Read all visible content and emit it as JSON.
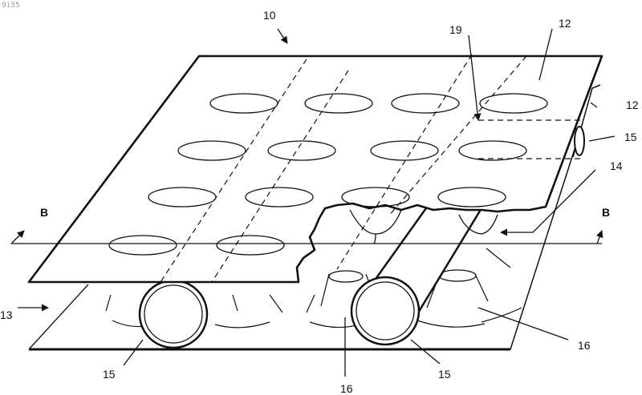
{
  "corner_id": "9155",
  "labels": {
    "l10": "10",
    "l12a": "12",
    "l12b": "12",
    "l19": "19",
    "l15a": "15",
    "l15b": "15",
    "l15c": "15",
    "l14": "14",
    "l13": "13",
    "l16a": "16",
    "l16b": "16",
    "lBleft": "B",
    "lBright": "B"
  }
}
